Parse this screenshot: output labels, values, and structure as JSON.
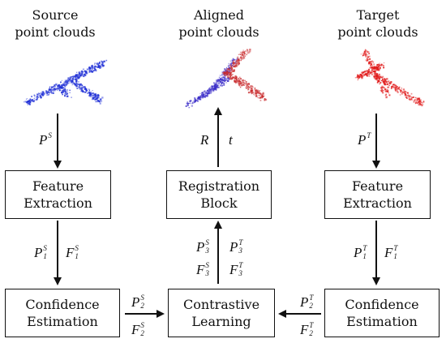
{
  "headers": {
    "source": [
      "Source",
      "point clouds"
    ],
    "aligned": [
      "Aligned",
      "point clouds"
    ],
    "target": [
      "Target",
      "point clouds"
    ]
  },
  "boxes": {
    "feature_left": [
      "Feature",
      "Extraction"
    ],
    "registration": [
      "Registration",
      "Block"
    ],
    "feature_right": [
      "Feature",
      "Extraction"
    ],
    "confidence_left": [
      "Confidence",
      "Estimation"
    ],
    "contrastive": [
      "Contrastive",
      "Learning"
    ],
    "confidence_right": [
      "Confidence",
      "Estimation"
    ]
  },
  "labels": {
    "ps_sym": "P",
    "ps_sup": "S",
    "pt_sym": "P",
    "pt_sup": "T",
    "r_sym": "R",
    "t_sym": "t",
    "p1s": "P",
    "p1s_sub": "1",
    "p1s_sup": "S",
    "f1s": "F",
    "f1s_sub": "1",
    "f1s_sup": "S",
    "p1t": "P",
    "p1t_sub": "1",
    "p1t_sup": "T",
    "f1t": "F",
    "f1t_sub": "1",
    "f1t_sup": "T",
    "p3s": "P",
    "p3s_sub": "3",
    "p3s_sup": "S",
    "p3t": "P",
    "p3t_sub": "3",
    "p3t_sup": "T",
    "f3s": "F",
    "f3s_sub": "3",
    "f3s_sup": "S",
    "f3t": "F",
    "f3t_sub": "3",
    "f3t_sup": "T",
    "p2s": "P",
    "p2s_sub": "2",
    "p2s_sup": "S",
    "f2s": "F",
    "f2s_sub": "2",
    "f2s_sup": "S",
    "p2t": "P",
    "p2t_sub": "2",
    "p2t_sup": "T",
    "f2t": "F",
    "f2t_sub": "2",
    "f2t_sup": "T"
  },
  "colors": {
    "source": "#1f2fd6",
    "aligned_blue": "#3a2cc8",
    "aligned_red": "#c8282a",
    "target": "#e01515",
    "line": "#111111"
  }
}
